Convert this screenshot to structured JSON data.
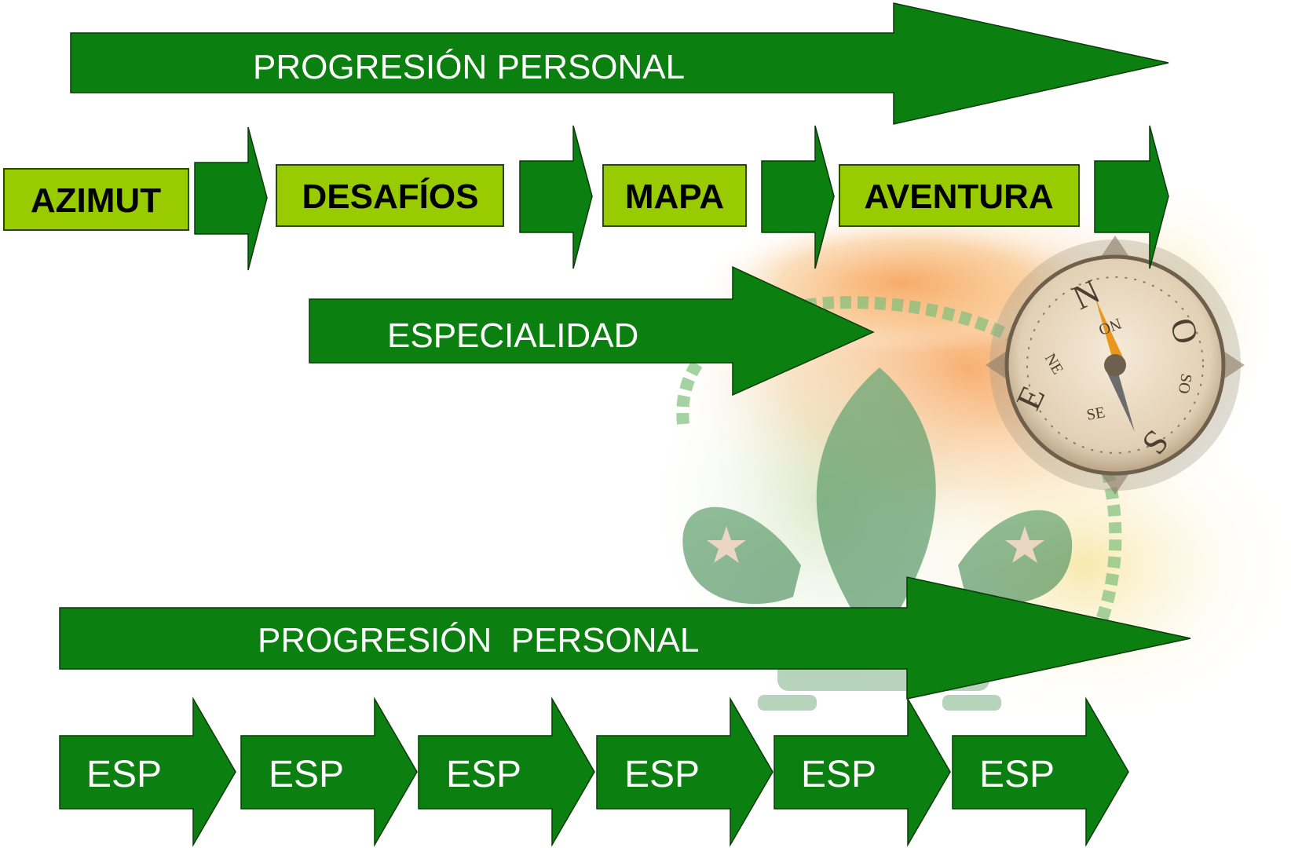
{
  "colors": {
    "arrow_fill": "#0b8010",
    "box_fill": "#99cc00",
    "label_light": "#ffffff",
    "label_dark": "#000000"
  },
  "top_progression": {
    "label": "PROGRESIÓN PERSONAL"
  },
  "stages": [
    {
      "label": "AZIMUT"
    },
    {
      "label": "DESAFÍOS"
    },
    {
      "label": "MAPA"
    },
    {
      "label": "AVENTURA"
    }
  ],
  "specialty": {
    "label": "ESPECIALIDAD"
  },
  "bottom_progression": {
    "label": "PROGRESIÓN  PERSONAL"
  },
  "esp_steps": [
    {
      "label": "ESP"
    },
    {
      "label": "ESP"
    },
    {
      "label": "ESP"
    },
    {
      "label": "ESP"
    },
    {
      "label": "ESP"
    },
    {
      "label": "ESP"
    }
  ],
  "background": {
    "icons": [
      "fleur-de-lis-icon",
      "compass-icon",
      "rope-icon",
      "star-icon"
    ],
    "compass_letters": [
      "N",
      "NO",
      "O",
      "SO",
      "S",
      "SE",
      "E",
      "NE"
    ]
  }
}
